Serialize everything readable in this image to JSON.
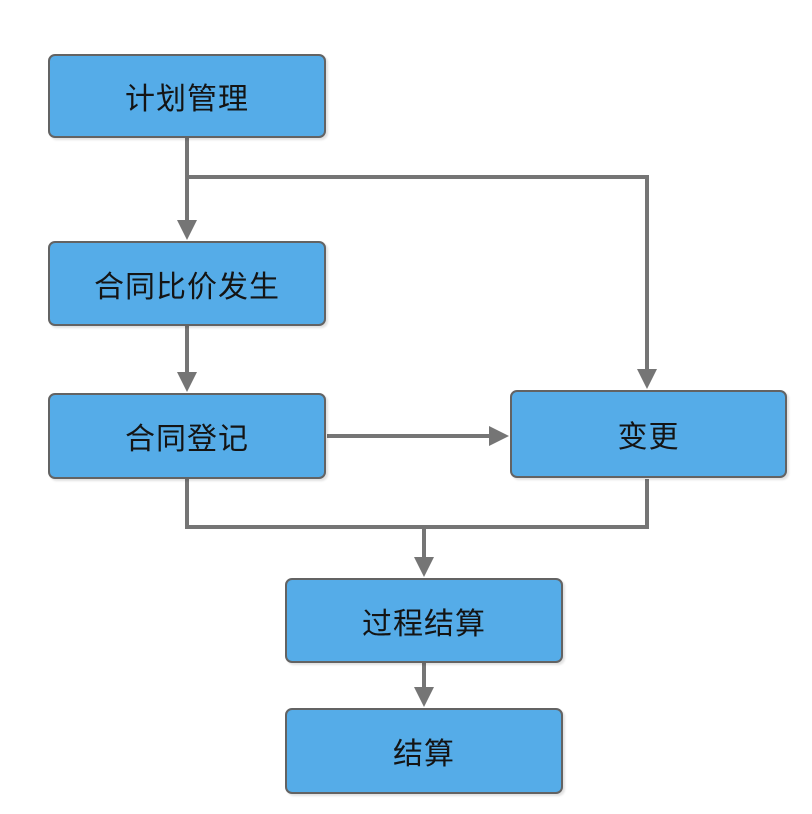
{
  "diagram": {
    "type": "flowchart",
    "nodes": [
      {
        "id": "plan-management",
        "label": "计划管理"
      },
      {
        "id": "contract-price",
        "label": "合同比价发生"
      },
      {
        "id": "contract-register",
        "label": "合同登记"
      },
      {
        "id": "change",
        "label": "变更"
      },
      {
        "id": "process-settlement",
        "label": "过程结算"
      },
      {
        "id": "settlement",
        "label": "结算"
      }
    ],
    "edges": [
      {
        "from": "计划管理",
        "to": "合同比价发生"
      },
      {
        "from": "计划管理",
        "to": "变更"
      },
      {
        "from": "合同比价发生",
        "to": "合同登记"
      },
      {
        "from": "合同登记",
        "to": "变更"
      },
      {
        "from": "合同登记",
        "to": "过程结算"
      },
      {
        "from": "变更",
        "to": "过程结算"
      },
      {
        "from": "过程结算",
        "to": "结算"
      }
    ],
    "colors": {
      "node_fill": "#55ace8",
      "node_border": "#636363",
      "connector": "#757575",
      "background": "#ffffff",
      "text": "#141414"
    }
  }
}
